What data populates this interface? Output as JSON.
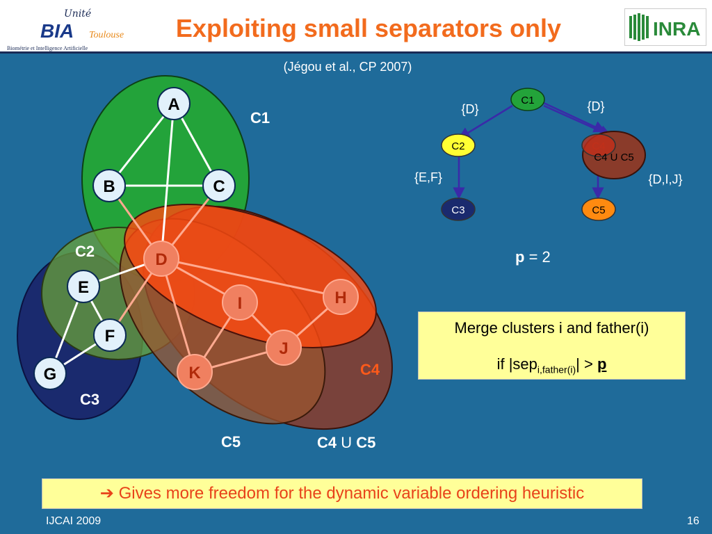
{
  "header": {
    "title": "Exploiting small separators only",
    "logo_left": {
      "line1": "Unité",
      "brand": "BIA",
      "suffix": "Toulouse",
      "tagline": "Biométrie et Intelligence Artificielle"
    },
    "logo_right": {
      "text": "INRA"
    }
  },
  "citation": "(Jégou et al., CP 2007)",
  "graph": {
    "nodes": [
      "A",
      "B",
      "C",
      "D",
      "E",
      "F",
      "G",
      "I",
      "H",
      "J",
      "K"
    ],
    "cluster_labels": {
      "c1": "C1",
      "c2": "C2",
      "c3": "C3",
      "c4": "C4",
      "c5": "C5",
      "c4c5": [
        "C4",
        " U ",
        "C5"
      ]
    }
  },
  "tree": {
    "nodes": {
      "c1": "C1",
      "c2": "C2",
      "c3": "C3",
      "c4": "C4",
      "c5": "C5",
      "c4c5": "C4 U C5"
    },
    "separators": {
      "c1_c2": "{D}",
      "c1_c4": "{D}",
      "c2_c3": "{E,F}",
      "c4_c5": "{D,I,J}"
    }
  },
  "p_value": {
    "var": "p",
    "eq": " = 2"
  },
  "rule": {
    "line1": "Merge clusters i and father(i)",
    "line2_prefix": "if  |sep",
    "line2_sub": "i,father(i)",
    "line2_mid": "| > ",
    "line2_var": "p"
  },
  "bottom_note": "➔ Gives more freedom for the dynamic variable ordering heuristic",
  "footer": {
    "left": "IJCAI 2009",
    "right": "16"
  },
  "colors": {
    "title": "#f26b1d",
    "background": "#1f6b9a",
    "note": "#e8421a",
    "box": "#ffff99"
  }
}
